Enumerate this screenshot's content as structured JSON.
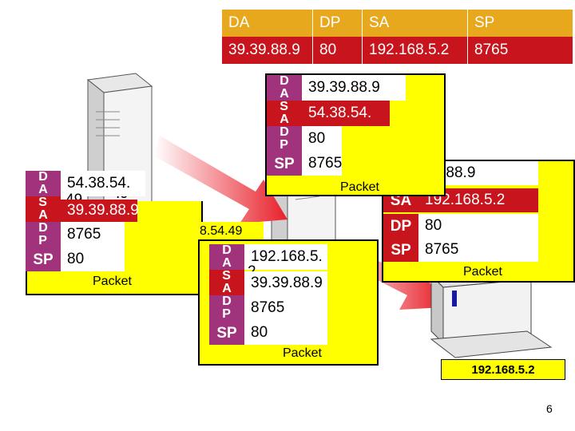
{
  "header": {
    "labels": [
      "DA",
      "DP",
      "SA",
      "SP"
    ],
    "values": [
      "39.39.88.9",
      "80",
      "192.168.5.2",
      "8765"
    ]
  },
  "packet_center": {
    "rows": [
      {
        "label": "D\nA",
        "value": "39.39.88.9"
      },
      {
        "label": "S\nA",
        "value": "54.38.54."
      },
      {
        "label": "D\nP",
        "value": "80"
      },
      {
        "label": "SP",
        "value": "8765"
      }
    ],
    "caption": "Packet"
  },
  "packet_left": {
    "rows": [
      {
        "label": "D\nA",
        "value": "54.38.54."
      },
      {
        "label": "S\nA",
        "value": "39.39.88.9"
      },
      {
        "label": "D\nP",
        "value": "8765"
      },
      {
        "label": "SP",
        "value": "80"
      }
    ],
    "overflow_text": "49",
    "behind_text": ".9",
    "caption": "Packet"
  },
  "packet_right": {
    "rows": [
      {
        "label": "DA",
        "value": "39.88.9"
      },
      {
        "label": "SA",
        "value": "192.168.5.2"
      },
      {
        "label": "DP",
        "value": "80"
      },
      {
        "label": "SP",
        "value": "8765"
      }
    ],
    "caption": "Packet"
  },
  "packet_bottom": {
    "rows": [
      {
        "label": "D\nA",
        "value": "192.168.5."
      },
      {
        "label": "S\nA",
        "value": "39.39.88.9"
      },
      {
        "label": "D\nP",
        "value": "8765"
      },
      {
        "label": "SP",
        "value": "80"
      }
    ],
    "overflow_text": "2",
    "behind_text": "8.54.49",
    "caption": "Packet"
  },
  "client_ip": "192.168.5.2",
  "page_number": "6"
}
